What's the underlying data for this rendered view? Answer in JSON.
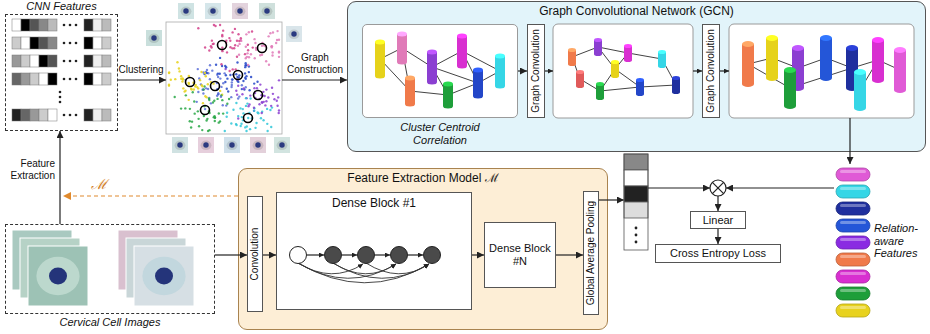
{
  "diagram": {
    "nodes": [
      {
        "text": [
          "CNN Features"
        ]
      },
      {
        "text": [
          "Graph Convolutional Network (GCN)"
        ]
      },
      {
        "text": [
          "Cluster Centroid Correlation"
        ],
        "in": 1
      },
      {
        "text": [
          "Graph Convolution"
        ],
        "in": 1
      },
      {
        "text": [
          "Graph Convolution"
        ],
        "in": 1
      },
      {
        "text": [
          "Cervical Cell Images"
        ]
      },
      {
        "text": [
          "Feature Extraction Model ℳ"
        ]
      },
      {
        "text": [
          "Convolution"
        ],
        "in": 6
      },
      {
        "text": [
          "Dense Block #1"
        ],
        "in": 6
      },
      {
        "text": [
          "Dense Block #N"
        ],
        "in": 6
      },
      {
        "text": [
          "Global Average Pooling"
        ],
        "in": 6
      },
      {
        "text": [
          "Relation-aware Features"
        ]
      },
      {
        "text": [
          "Linear"
        ]
      },
      {
        "text": [
          "Cross Entropy Loss"
        ]
      }
    ],
    "edges": [
      {
        "from": 5,
        "to": 0,
        "arrow": "to",
        "label": "Feature Extraction"
      },
      {
        "from": 2,
        "to": 3,
        "arrow": "to"
      },
      {
        "from": 1,
        "to": 11,
        "arrow": "to"
      },
      {
        "from": 5,
        "to": 7,
        "arrow": "to"
      },
      {
        "from": 7,
        "to": 8,
        "arrow": "to"
      },
      {
        "from": 8,
        "to": 9,
        "arrow": "to"
      },
      {
        "from": 9,
        "to": 10,
        "arrow": "to"
      },
      {
        "from": 12,
        "to": 13,
        "arrow": "to"
      }
    ],
    "labels": [
      "Clustering",
      "Graph Construction",
      "ℳ"
    ]
  }
}
